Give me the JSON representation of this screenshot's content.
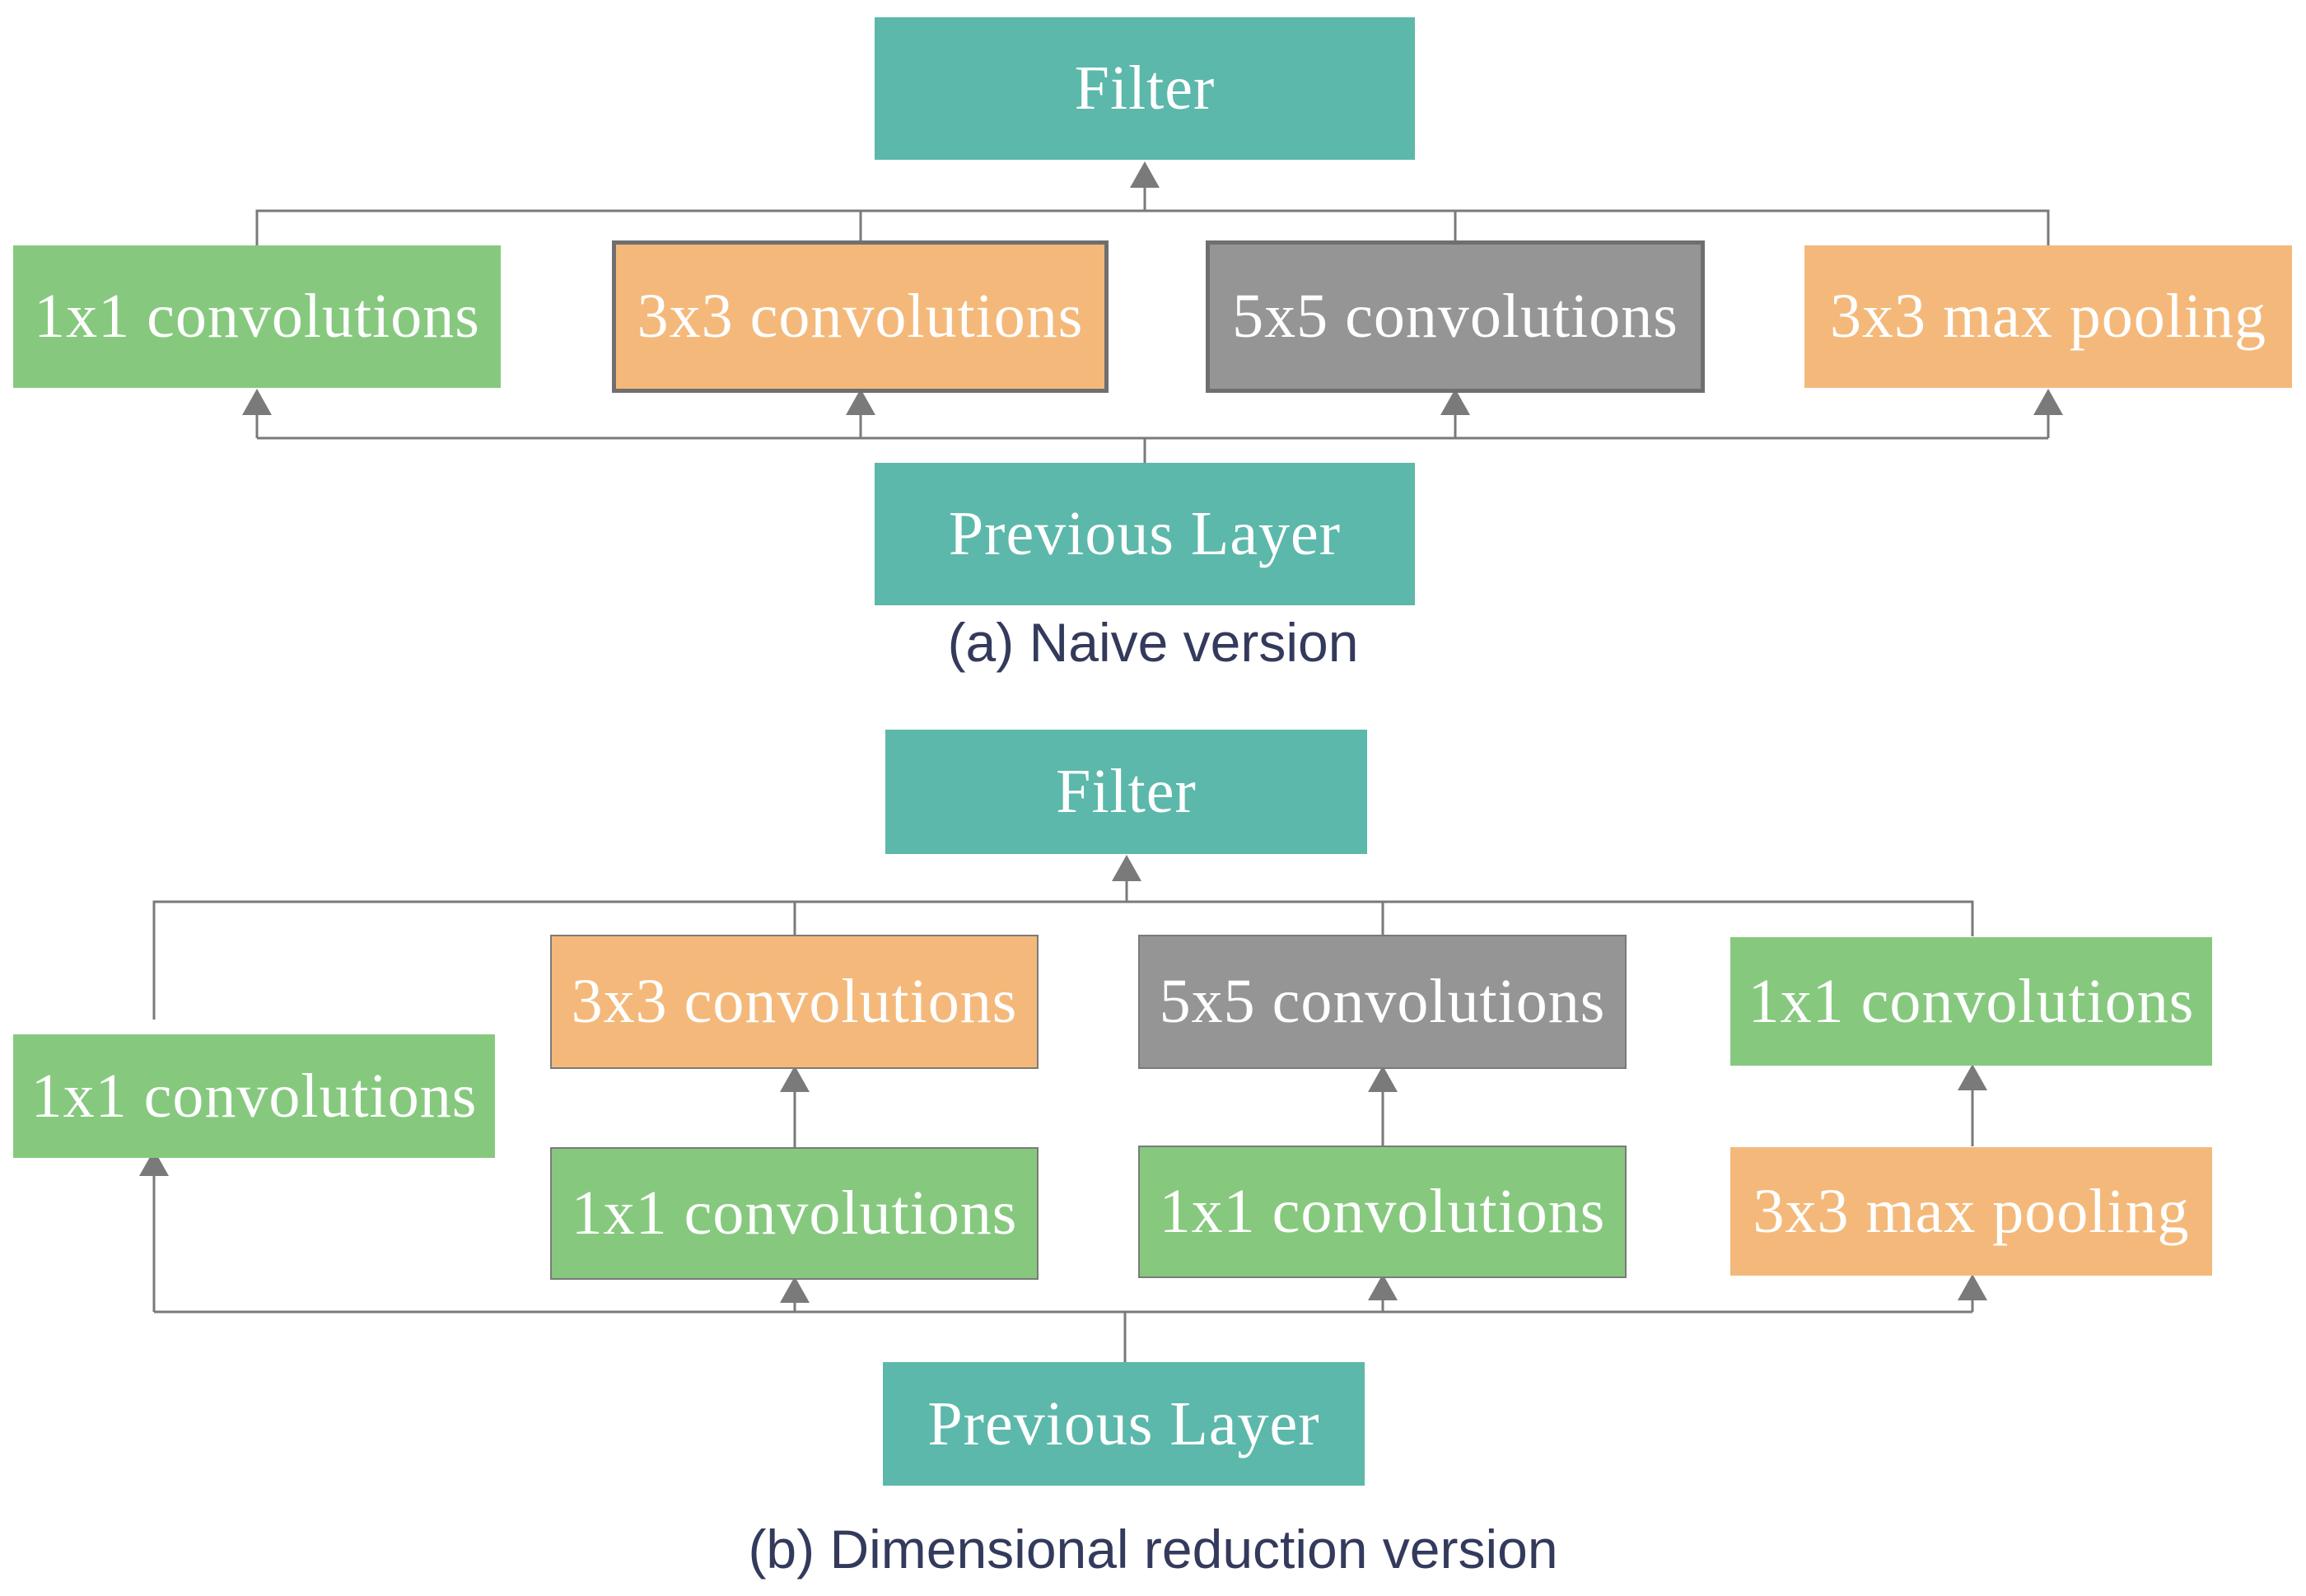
{
  "diagram_a": {
    "top_box": "Filter",
    "branches": [
      "1x1 convolutions",
      "3x3 convolutions",
      "5x5 convolutions",
      "3x3 max pooling"
    ],
    "bottom_box": "Previous Layer",
    "caption": "(a) Naive version"
  },
  "diagram_b": {
    "top_box": "Filter",
    "upper_branches": [
      "1x1 convolutions",
      "3x3 convolutions",
      "5x5 convolutions",
      "1x1 convolutions"
    ],
    "lower_branches": [
      "1x1 convolutions",
      "1x1 convolutions",
      "3x3 max pooling"
    ],
    "bottom_box": "Previous Layer",
    "caption": "(b) Dimensional reduction version"
  },
  "colors": {
    "teal": "#5cb8aa",
    "green": "#86c97e",
    "orange": "#f4b97a",
    "gray": "#959595",
    "connector": "#7a7a7a",
    "caption_text": "#333a5c"
  }
}
